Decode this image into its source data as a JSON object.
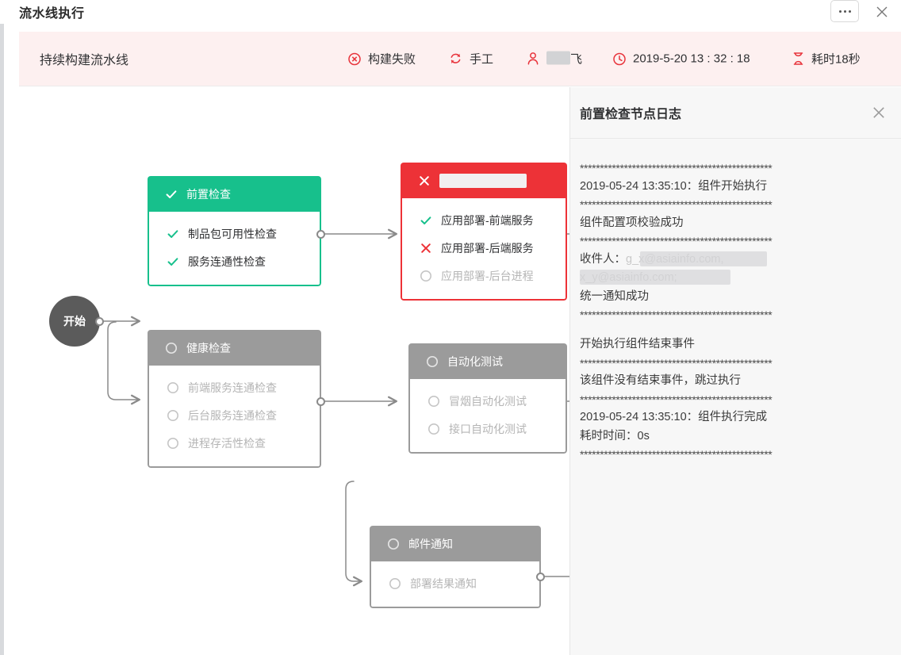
{
  "window": {
    "title": "流水线执行",
    "more_label": "…",
    "close_label": "×"
  },
  "banner": {
    "pipeline_name": "持续构建流水线",
    "status_label": "构建失败",
    "status_icon": "circle-x-icon",
    "status_color": "#e8343c",
    "trigger_label": "手工",
    "trigger_icon": "refresh-icon",
    "user_label_visible_tail": "飞",
    "user_label_redacted": true,
    "user_icon": "person-icon",
    "time_label": "2019-5-20 13 : 32 : 18",
    "time_icon": "clock-icon",
    "duration_label": "耗时18秒",
    "duration_icon": "hourglass-icon",
    "background": "#fdf0f0"
  },
  "canvas": {
    "start_node_label": "开始",
    "nodes": [
      {
        "id": "precheck",
        "title": "前置检查",
        "state": "success",
        "head_icon": "check-icon",
        "color": "#17c08c",
        "items": [
          {
            "label": "制品包可用性检查",
            "state": "success",
            "icon": "check-icon"
          },
          {
            "label": "服务连通性检查",
            "state": "success",
            "icon": "check-icon"
          }
        ]
      },
      {
        "id": "deploy",
        "title": "",
        "title_redacted": true,
        "state": "failed",
        "head_icon": "cross-icon",
        "color": "#ed3237",
        "items": [
          {
            "label": "应用部署-前端服务",
            "state": "success",
            "icon": "check-icon"
          },
          {
            "label": "应用部署-后端服务",
            "state": "failed",
            "icon": "cross-icon"
          },
          {
            "label": "应用部署-后台进程",
            "state": "pending",
            "icon": "circle-icon"
          }
        ]
      },
      {
        "id": "healthcheck",
        "title": "健康检查",
        "state": "pending",
        "head_icon": "circle-icon",
        "color": "#9b9b9b",
        "items": [
          {
            "label": "前端服务连通检查",
            "state": "pending",
            "icon": "circle-icon"
          },
          {
            "label": "后台服务连通检查",
            "state": "pending",
            "icon": "circle-icon"
          },
          {
            "label": "进程存活性检查",
            "state": "pending",
            "icon": "circle-icon"
          }
        ]
      },
      {
        "id": "autotest",
        "title": "自动化测试",
        "state": "pending",
        "head_icon": "circle-icon",
        "color": "#9b9b9b",
        "items": [
          {
            "label": "冒烟自动化测试",
            "state": "pending",
            "icon": "circle-icon"
          },
          {
            "label": "接口自动化测试",
            "state": "pending",
            "icon": "circle-icon"
          }
        ]
      },
      {
        "id": "mailnotify",
        "title": "邮件通知",
        "state": "pending",
        "head_icon": "circle-icon",
        "color": "#9b9b9b",
        "items": [
          {
            "label": "部署结果通知",
            "state": "pending",
            "icon": "circle-icon"
          }
        ]
      }
    ]
  },
  "log_panel": {
    "title": "前置检查节点日志",
    "close_icon": "close-icon",
    "separator": "************************************************",
    "lines": [
      {
        "type": "sep",
        "text": "************************************************"
      },
      {
        "type": "text",
        "text": "2019-05-24 13:35:10：组件开始执行"
      },
      {
        "type": "sep",
        "text": "************************************************"
      },
      {
        "type": "text",
        "text": "组件配置项校验成功"
      },
      {
        "type": "sep",
        "text": "************************************************"
      },
      {
        "type": "redact",
        "text": "收件人：",
        "mask": "a"
      },
      {
        "type": "redact",
        "text": "",
        "mask": "b"
      },
      {
        "type": "text",
        "text": "统一通知成功"
      },
      {
        "type": "sep",
        "text": "************************************************"
      },
      {
        "type": "blank",
        "text": ""
      },
      {
        "type": "text",
        "text": "开始执行组件结束事件"
      },
      {
        "type": "sep",
        "text": "************************************************"
      },
      {
        "type": "text",
        "text": "该组件没有结束事件，跳过执行"
      },
      {
        "type": "sep",
        "text": "************************************************"
      },
      {
        "type": "text",
        "text": "2019-05-24 13:35:10：组件执行完成"
      },
      {
        "type": "text",
        "text": "耗时时间：0s"
      },
      {
        "type": "sep",
        "text": "************************************************"
      }
    ]
  }
}
